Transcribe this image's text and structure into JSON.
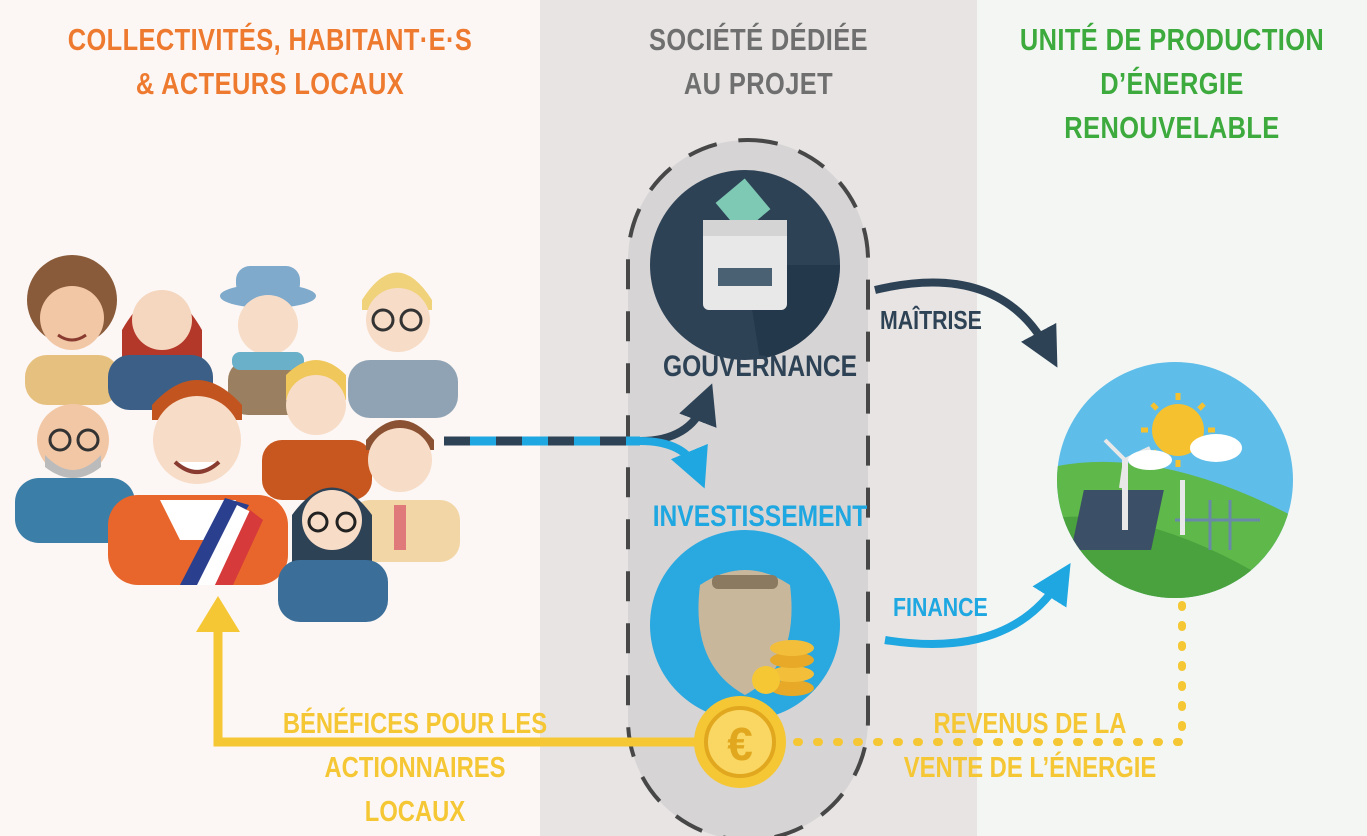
{
  "colors": {
    "orange": "#ee7a30",
    "grey_heading": "#6f6f6f",
    "green": "#3daa3d",
    "navy": "#2e4256",
    "blue": "#1ea7e1",
    "yellow": "#f5c735"
  },
  "columns": {
    "left": {
      "line1": "COLLECTIVITÉS, HABITANT·E·S",
      "line2": "& ACTEURS LOCAUX"
    },
    "mid": {
      "line1": "SOCIÉTÉ DÉDIÉE",
      "line2": "AU PROJET"
    },
    "right": {
      "line1": "UNITÉ DE PRODUCTION",
      "line2": "D’ÉNERGIE RENOUVELABLE"
    }
  },
  "nodes": {
    "governance": "GOUVERNANCE",
    "investment": "INVESTISSEMENT"
  },
  "flows": {
    "control": "MAÎTRISE",
    "finance": "FINANCE",
    "benefits": {
      "line1": "BÉNÉFICES POUR LES",
      "line2": "ACTIONNAIRES LOCAUX"
    },
    "revenue": {
      "line1": "REVENUS DE LA",
      "line2": "VENTE DE L’ÉNERGIE"
    }
  },
  "icons": {
    "governance": "ballot-box-icon",
    "investment": "money-bag-icon",
    "coin": "euro-coin-icon",
    "production": "renewable-energy-icon",
    "people": "people-group-icon"
  },
  "coin_symbol": "€"
}
